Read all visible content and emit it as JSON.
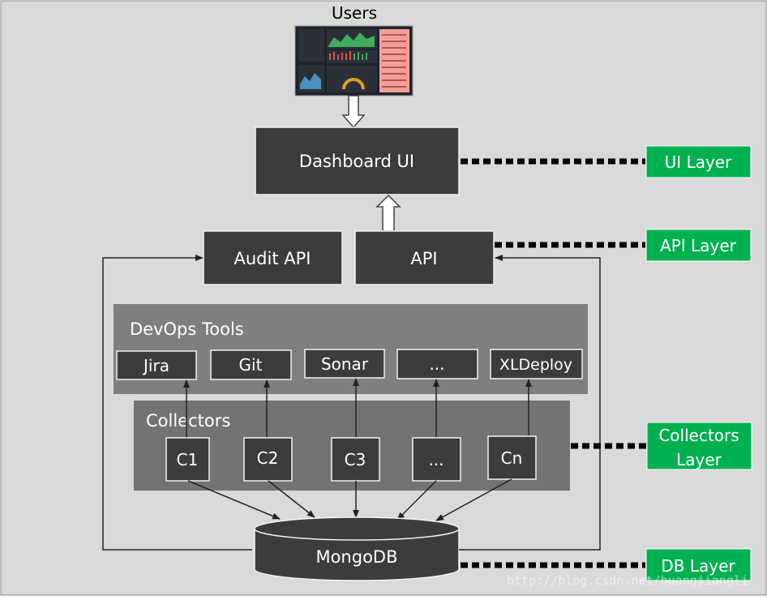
{
  "users": {
    "label": "Users"
  },
  "boxes": {
    "dashboard": "Dashboard UI",
    "audit_api": "Audit API",
    "api": "API",
    "devops_tools": "DevOps Tools",
    "collectors": "Collectors",
    "mongodb": "MongoDB"
  },
  "tools": [
    "Jira",
    "Git",
    "Sonar",
    "...",
    "XLDeploy"
  ],
  "collectors": [
    "C1",
    "C2",
    "C3",
    "...",
    "Cn"
  ],
  "layers": {
    "ui": "UI Layer",
    "api": "API Layer",
    "collectors_line1": "Collectors",
    "collectors_line2": "Layer",
    "db": "DB Layer"
  },
  "watermark": "http://blog.csdn.net/huangjiangli",
  "colors": {
    "background": "#d9d9d9",
    "dark_box": "#3c3c3c",
    "tools_panel": "#7f7f7f",
    "collectors_panel": "#737373",
    "layer_green": "#00b050",
    "white": "#ffffff",
    "black": "#000000"
  }
}
